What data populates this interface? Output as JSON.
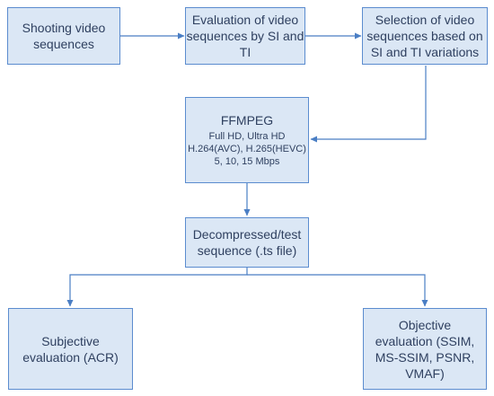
{
  "style": {
    "box_fill": "#dbe7f5",
    "box_border": "#5b8ccf",
    "arrow_color": "#4a7ec4",
    "text_color": "#2f4060"
  },
  "nodes": {
    "shooting": {
      "lines": [
        "Shooting video",
        "sequences"
      ]
    },
    "evaluation": {
      "lines": [
        "Evaluation of video",
        "sequences by SI and",
        "TI"
      ]
    },
    "selection": {
      "lines": [
        "Selection of video",
        "sequences based on",
        "SI and TI variations"
      ]
    },
    "ffmpeg": {
      "title": "FFMPEG",
      "lines": [
        "Full HD, Ultra HD",
        "H.264(AVC), H.265(HEVC)",
        "5, 10, 15 Mbps"
      ]
    },
    "decompressed": {
      "lines": [
        "Decompressed/test",
        "sequence (.ts file)"
      ]
    },
    "subjective": {
      "lines": [
        "Subjective",
        "evaluation (ACR)"
      ]
    },
    "objective": {
      "lines": [
        "Objective",
        "evaluation (SSIM,",
        "MS-SSIM, PSNR,",
        "VMAF)"
      ]
    }
  }
}
